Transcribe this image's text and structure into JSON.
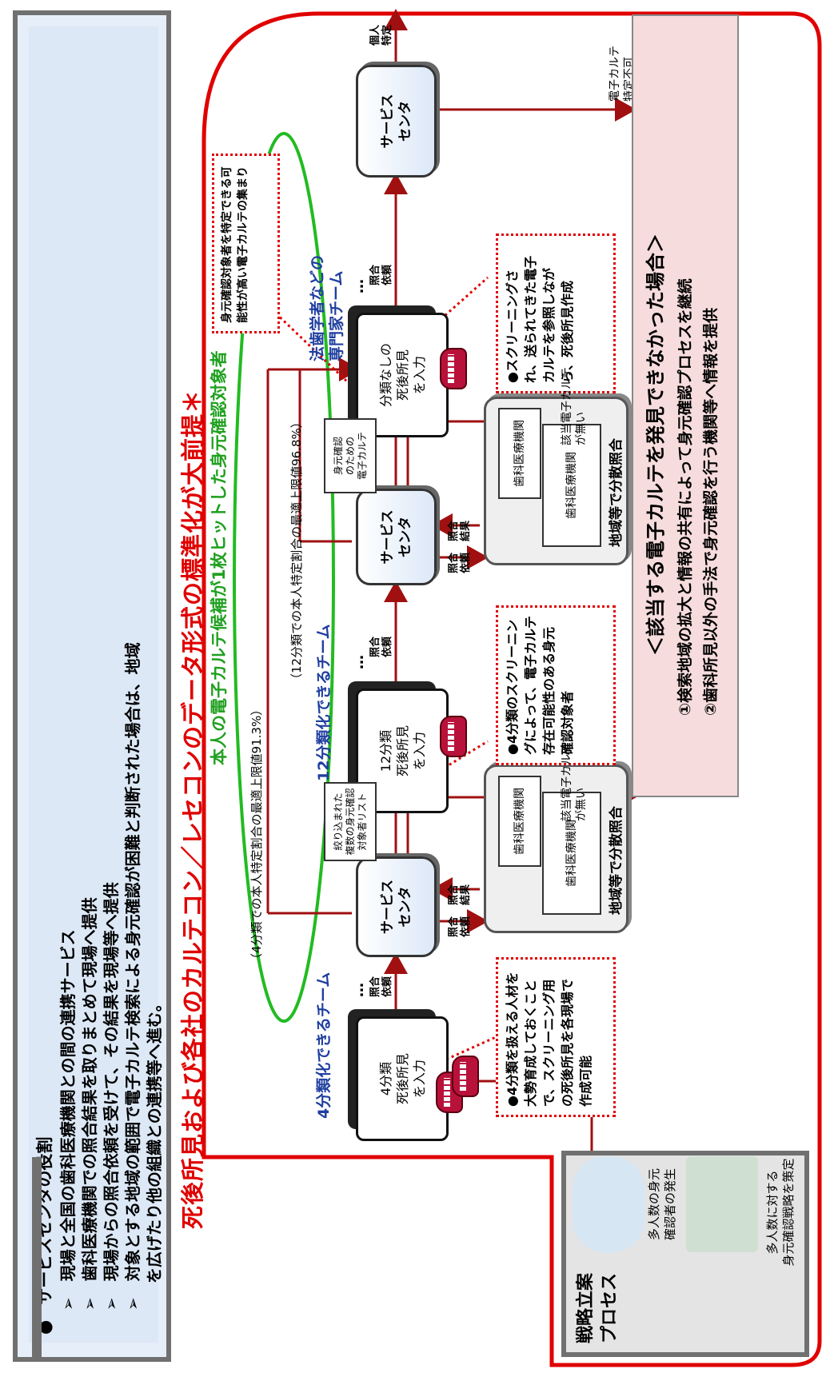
{
  "role": {
    "title": "サービスセンタの役割",
    "bullet": "●",
    "lines": [
      "現場と全国の歯科医療機関との間の連携サービス",
      "歯科医療機関での照合結果を取りまとめて現場へ提供",
      "現場からの照合依頼を受けて、その結果を現場等へ提供",
      "対象とする地域の範囲で電子カルテ検索による身元確認が困難と判断された場合は、地域",
      "を広げたり他の組織との連携等へ進む。"
    ],
    "marker": "➢"
  },
  "main_title": "死後所見および各社のカルテコン／レセコンのデータ形式の標準化が大前提＊",
  "green_title": "本人の電子カルテ候補が1枚ヒットした身元確認対象者",
  "notes": {
    "ratio4": "（4分類での本人特定割合の最適上限値91.3%）",
    "ratio12": "（12分類での本人特定割合の最適上限値96.8%）"
  },
  "strategy": {
    "title": "戦略立案\nプロセス",
    "caption1": "多人数の身元\n確認者の発生",
    "caption2": "多人数に対する\n身元確認戦略を策定"
  },
  "teams": {
    "t4": "4分類化できるチーム",
    "t12": "12分類化できるチーム",
    "expert": "法歯学者などの\n専門家チーム"
  },
  "cards": {
    "c4": "4分類\n死後所見\nを入力",
    "c12": "12分類\n死後所見\nを入力",
    "cexp": "分類なしの\n死後所見\nを入力"
  },
  "service_center": "サービス\nセンタ",
  "tags": {
    "request": "照合\n依頼",
    "result": "照合\n結果",
    "personal": "個人\n特定"
  },
  "region": {
    "title": "地域等で分散照合",
    "inst": "歯科医療機関",
    "karte": "電子\nカルテ"
  },
  "docs": {
    "list": "絞り込まれた\n複数の身元確認\n対象者リスト",
    "karte": "身元確認\nのための\n電子カルテ"
  },
  "dotnotes": {
    "n4": "●4分類を扱える人材を大勢育成しておくことで、スクリーニング用の死後所見を各現場で作成可能",
    "n12": "●4分類のスクリーニングによって、電子カルテ存在可能性のある身元確認対象者",
    "nexp": "●スクリーニングされ、送られてきた電子カルテを参照しながら、死後所見作成",
    "ntop": "身元確認対象者を特定できる可能性が高い電子カルテの集まり"
  },
  "arrows": {
    "none": "該当電子カルテ\nが無い",
    "notfound": "電子カルテ\n特定不可"
  },
  "pink": {
    "title": "＜該当する電子カルテを発見できなかった場合＞",
    "line1": "①検索地域の拡大と情報の共有によって身元確認プロセスを継続",
    "line2": "②歯科所見以外の手法で身元確認を行う機関等へ情報を提供"
  },
  "colors": {
    "red": "#e00000",
    "darkred": "#a01010",
    "green": "#22bb22",
    "blue": "#1f3f9f",
    "pink": "#f6dcdc"
  }
}
